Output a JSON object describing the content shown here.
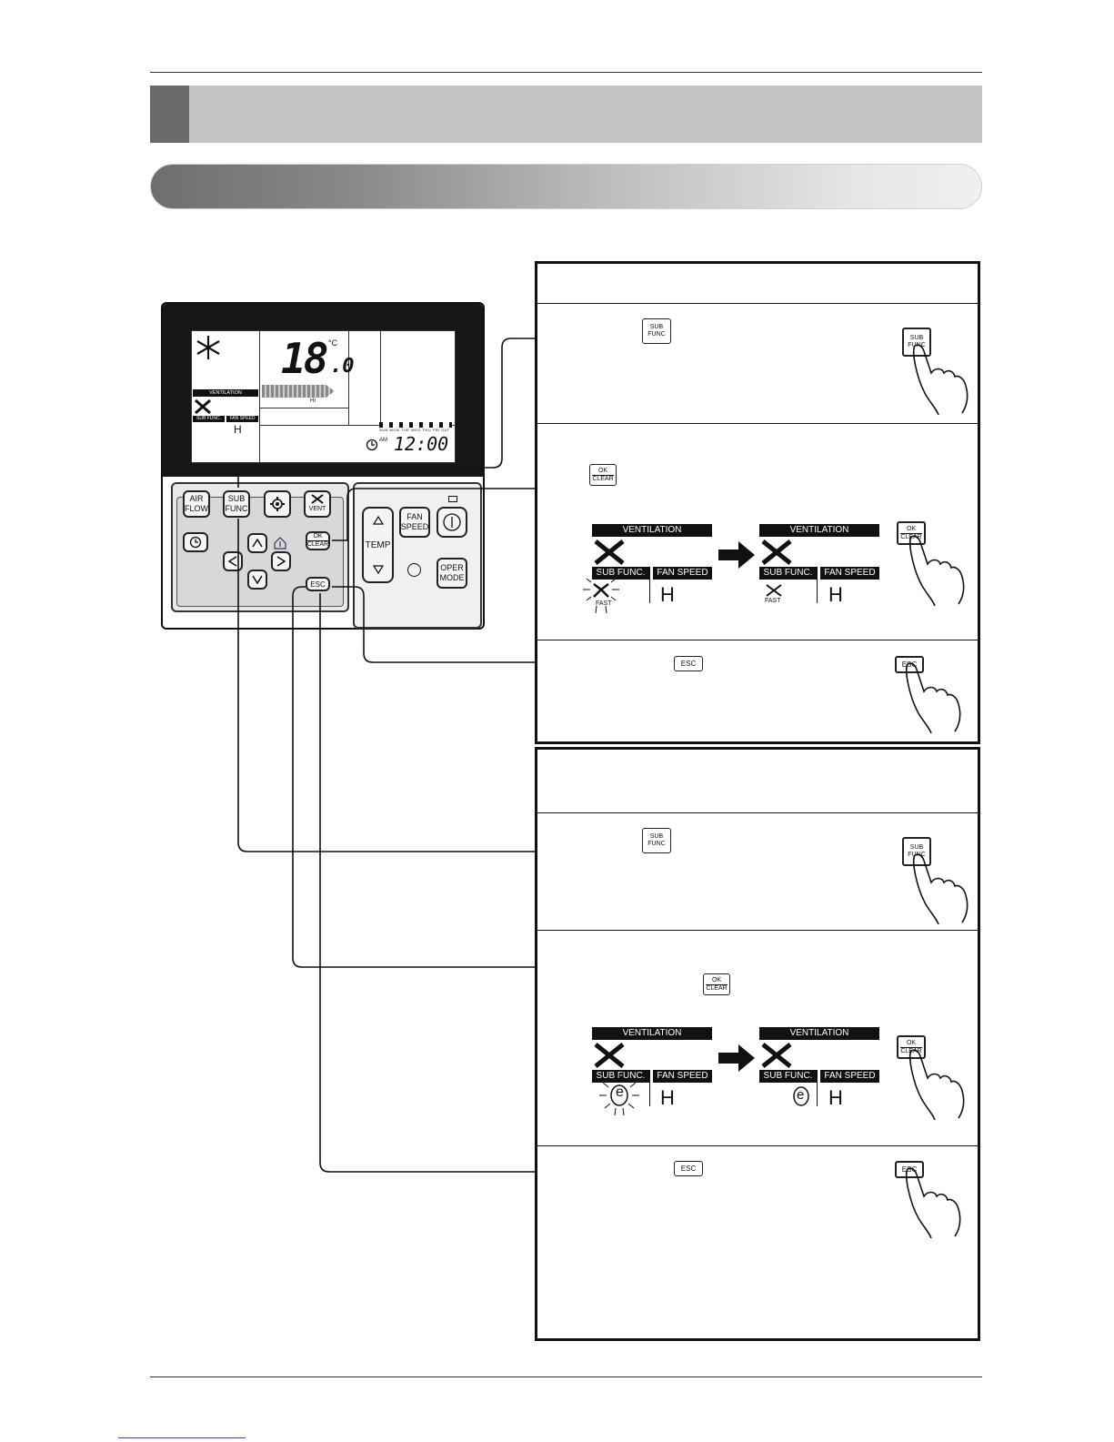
{
  "remote": {
    "lcd": {
      "temperature": "18",
      "temperature_decimal": ".0",
      "temp_unit": "°C",
      "ventilation_label": "VENTILATION",
      "sub_func_label": "SUB FUNC.",
      "fan_speed_label": "FAN SPEED",
      "fan_speed_value": "H",
      "fan_level_label": "HI",
      "weekdays": "SUN MON TUE WED THU FRI SAT",
      "am_label": "AM",
      "clock": "12:00"
    },
    "buttons": {
      "air_flow": "AIR\nFLOW",
      "sub_func": "SUB\nFUNC",
      "vent": "VENT",
      "ok_clear_top": "OK",
      "ok_clear_bottom": "CLEAR",
      "esc": "ESC",
      "fan_speed": "FAN\nSPEED",
      "temp": "TEMP",
      "oper_mode": "OPER\nMODE"
    }
  },
  "panels": {
    "ventilation_chip": "VENTILATION",
    "sub_func_chip": "SUB FUNC.",
    "fan_speed_chip": "FAN SPEED",
    "fan_speed_value": "H",
    "fast_label": "FAST",
    "e_symbol": "e",
    "key_sub_top": "SUB",
    "key_sub_bottom": "FUNC",
    "key_ok": "OK",
    "key_clear": "CLEAR",
    "key_esc": "ESC"
  }
}
